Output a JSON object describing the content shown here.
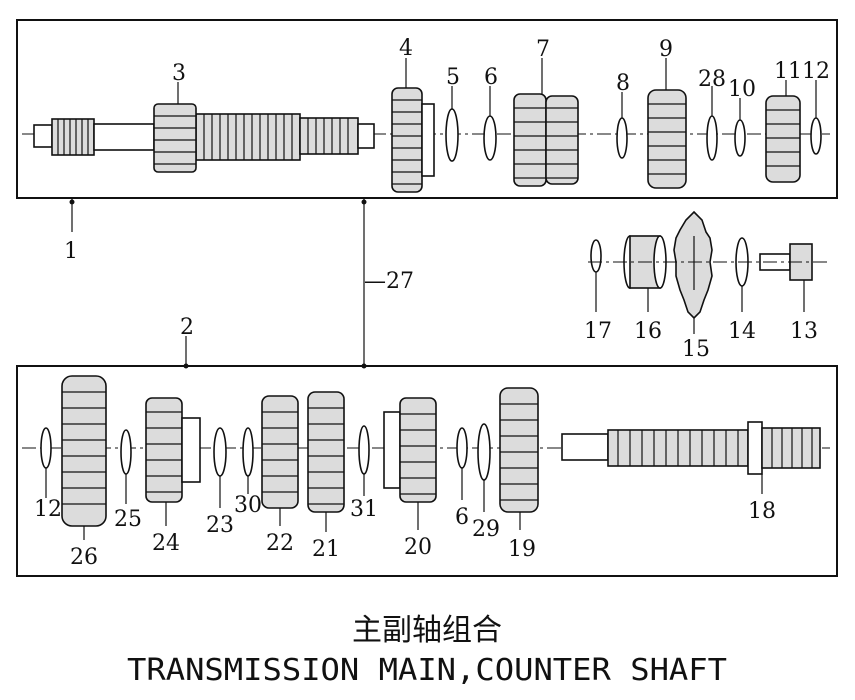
{
  "title_cn": "主副轴组合",
  "title_en": "TRANSMISSION MAIN,COUNTER SHAFT",
  "labels": {
    "p1": "1",
    "p2": "2",
    "p3": "3",
    "p4": "4",
    "p5": "5",
    "p6": "6",
    "p7": "7",
    "p8": "8",
    "p9": "9",
    "p10": "10",
    "p11": "11",
    "p12": "12",
    "p13": "13",
    "p14": "14",
    "p15": "15",
    "p16": "16",
    "p17": "17",
    "p18": "18",
    "p19": "19",
    "p20": "20",
    "p21": "21",
    "p22": "22",
    "p23": "23",
    "p24": "24",
    "p25": "25",
    "p26": "26",
    "p27": "—27",
    "p28": "28",
    "p29": "29",
    "p30": "30",
    "p31": "31",
    "p6b": "6",
    "p12b": "12"
  }
}
